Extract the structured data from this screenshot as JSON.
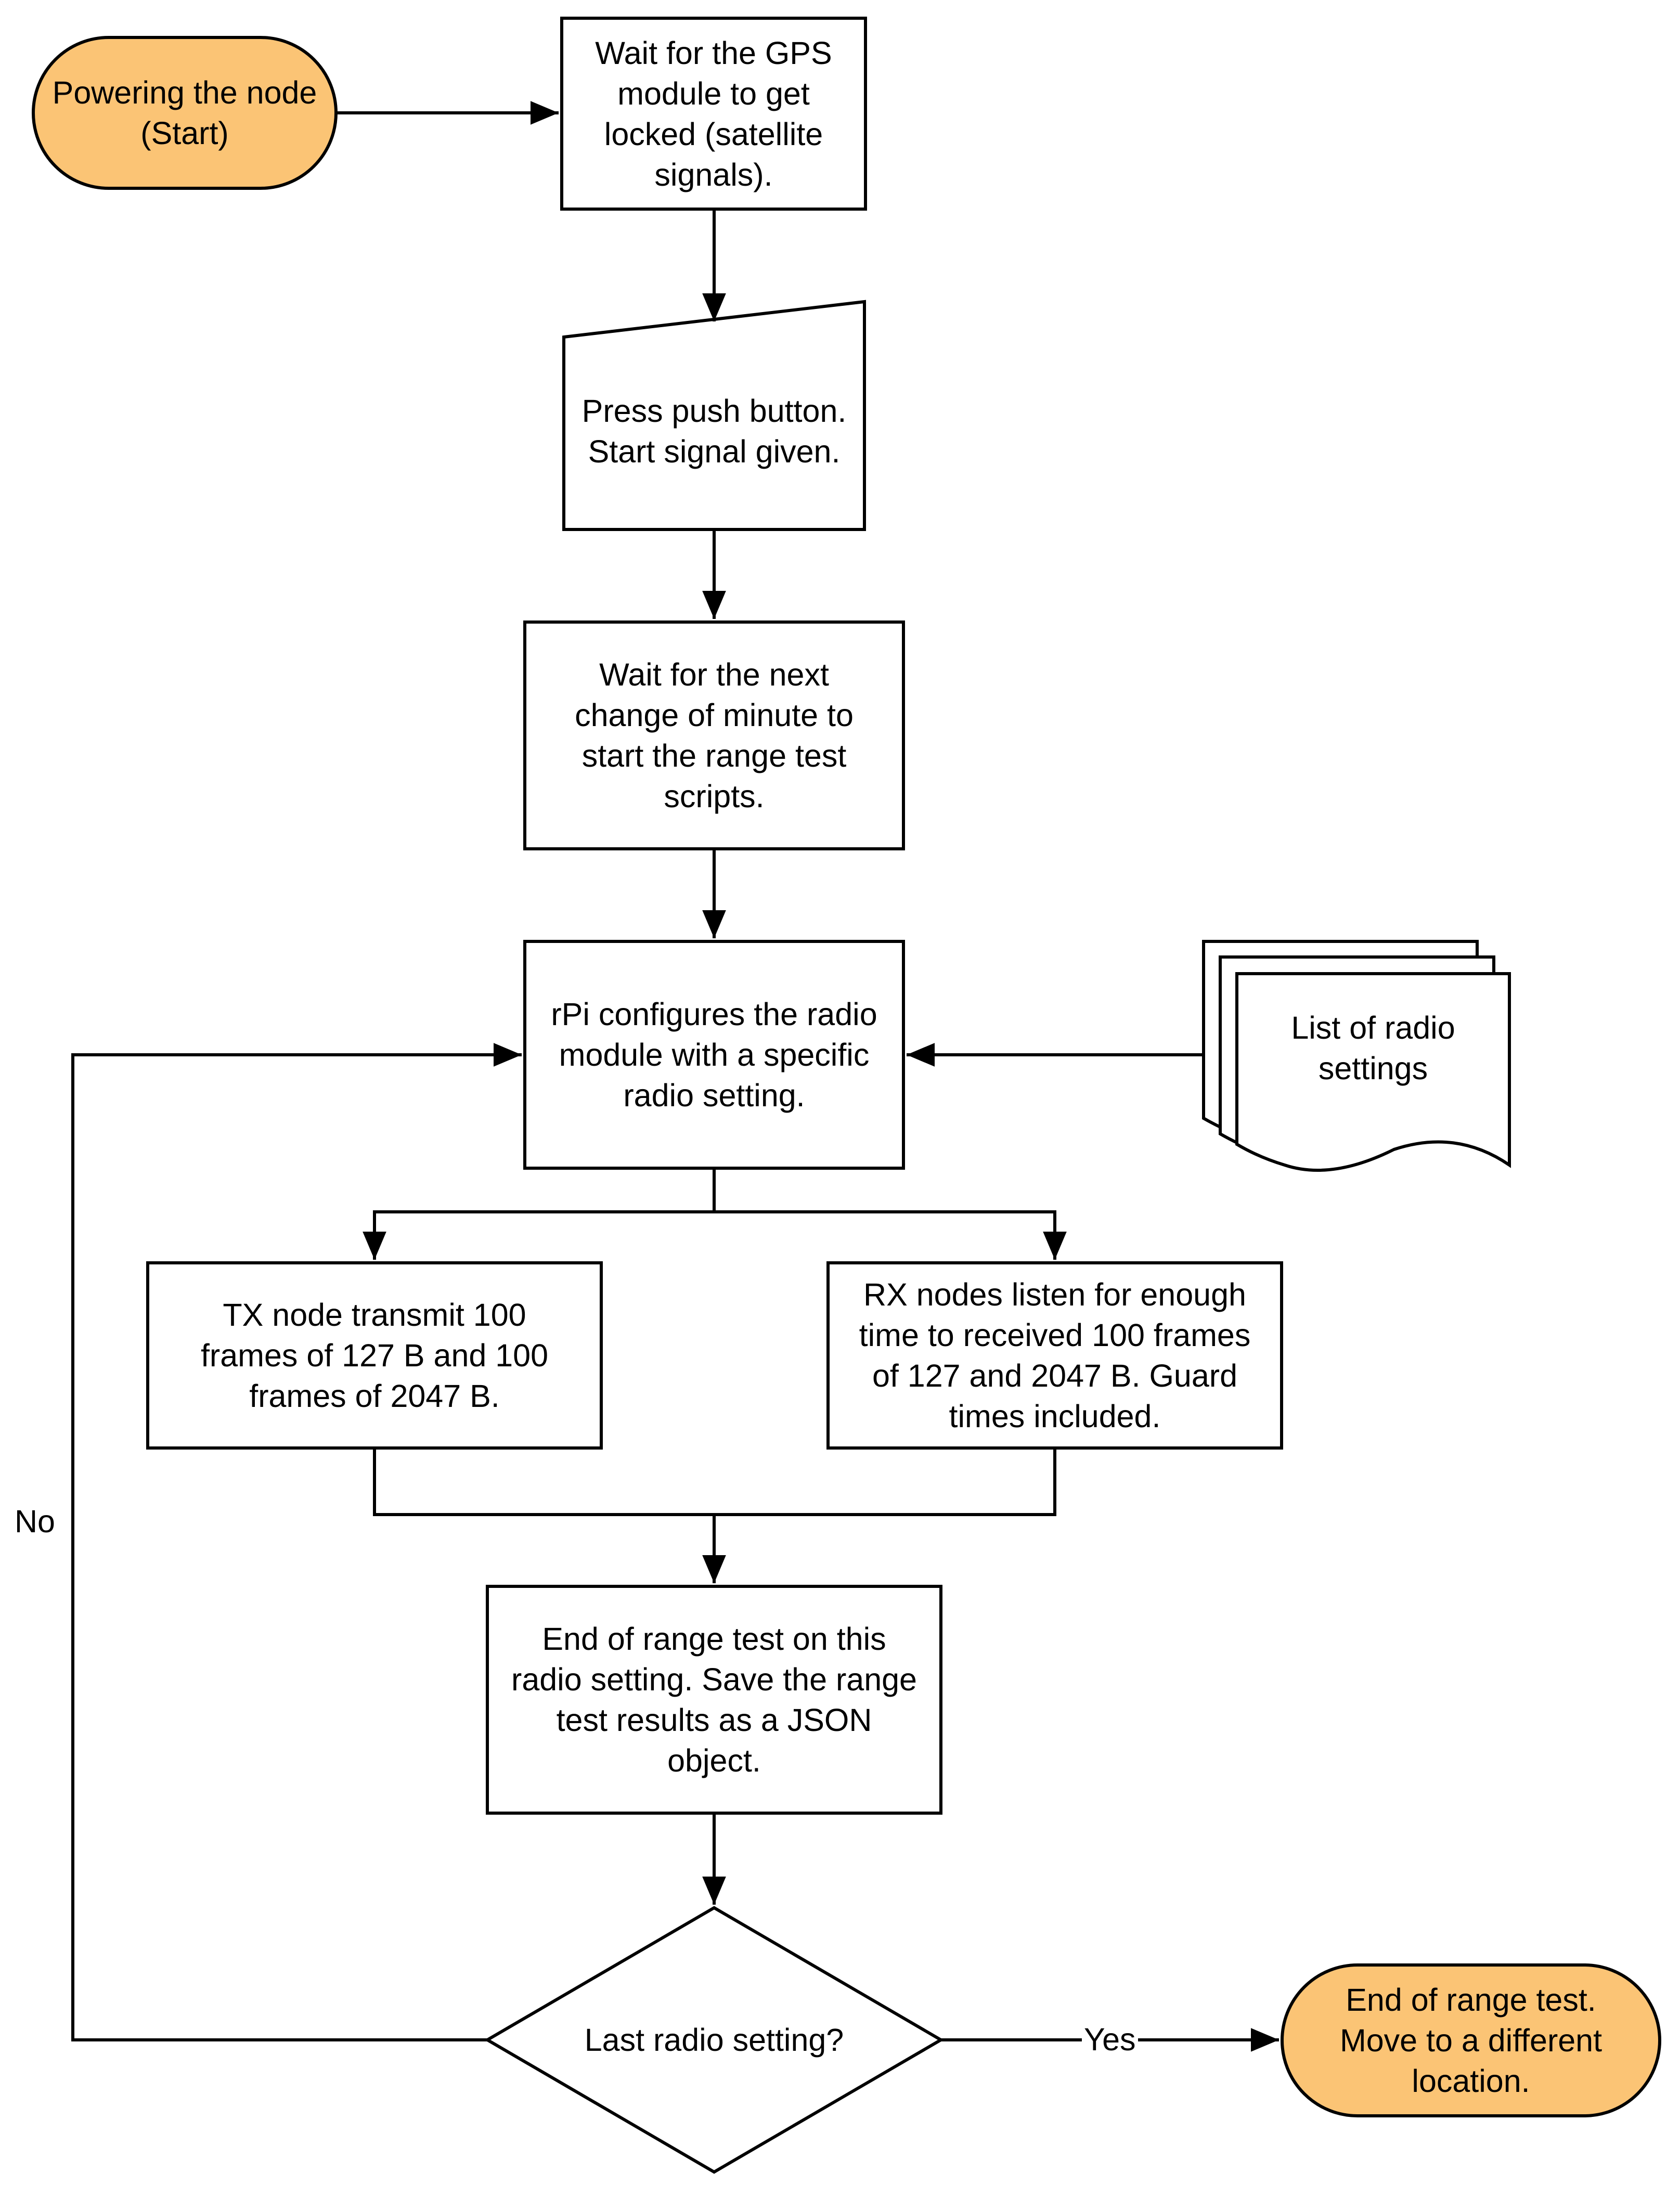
{
  "colors": {
    "terminal_fill": "#fbc475",
    "stroke": "#000000",
    "background": "#ffffff"
  },
  "nodes": {
    "start": "Powering the node\n(Start)",
    "wait_gps": "Wait for the GPS\nmodule to get\nlocked (satellite\nsignals).",
    "push_button": "Press push button.\nStart signal given.",
    "wait_minute": "Wait for the next\nchange of minute to\nstart the range test\nscripts.",
    "configure": "rPi configures the radio\nmodule with a specific\nradio setting.",
    "radio_list": "List of radio\nsettings",
    "tx": "TX node transmit 100\nframes of 127 B and 100\nframes of 2047 B.",
    "rx": "RX nodes listen for enough\ntime to received 100 frames\nof 127 and 2047 B. Guard\ntimes included.",
    "save_results": "End of range test on this\nradio setting. Save the range\ntest results as a JSON\nobject.",
    "decision": "Last radio setting?",
    "end": "End of range test.\nMove to a different\nlocation."
  },
  "edges": {
    "no_label": "No",
    "yes_label": "Yes"
  }
}
